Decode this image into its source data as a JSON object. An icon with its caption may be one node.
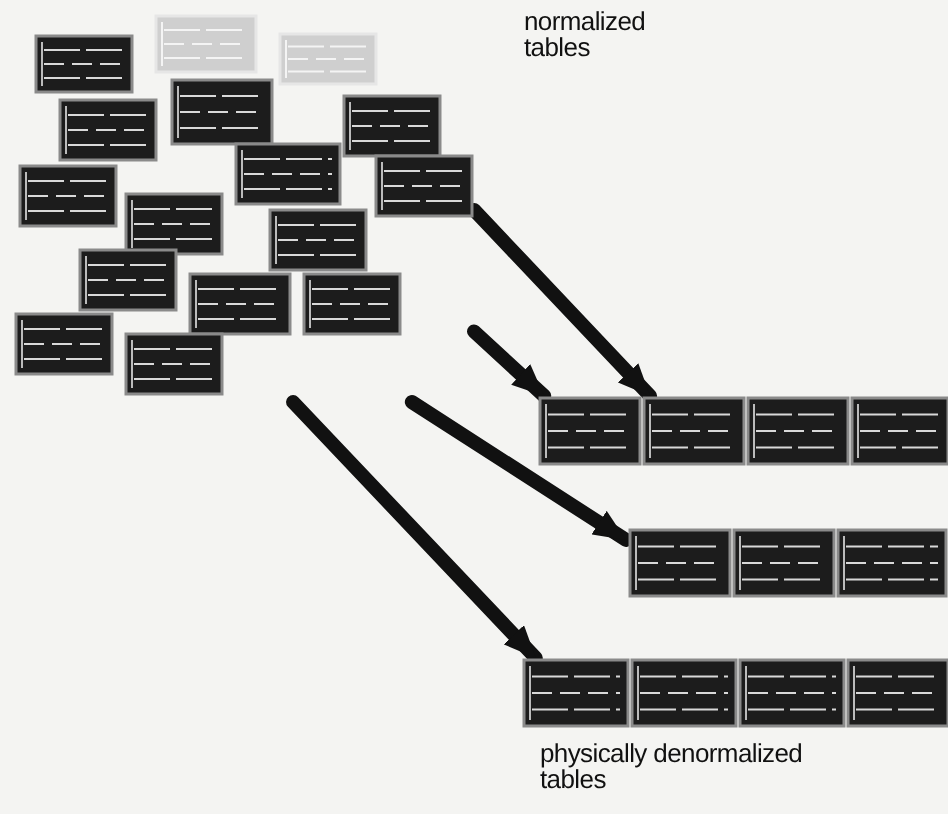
{
  "diagram": {
    "nodes": [
      {
        "text": [],
        "shape": "picture"
      },
      {
        "text": [],
        "shape": "picture"
      },
      {
        "text": [],
        "shape": "picture"
      },
      {
        "text": [],
        "shape": "picture"
      }
    ],
    "edges": [
      {
        "from": 0,
        "to": 1,
        "arrow": "to"
      },
      {
        "from": 0,
        "to": 1,
        "arrow": "to"
      },
      {
        "from": 0,
        "to": 2,
        "arrow": "to"
      },
      {
        "from": 0,
        "to": 3,
        "arrow": "to"
      }
    ],
    "labels": [
      "normalized tables",
      "physically denormalized tables"
    ]
  }
}
